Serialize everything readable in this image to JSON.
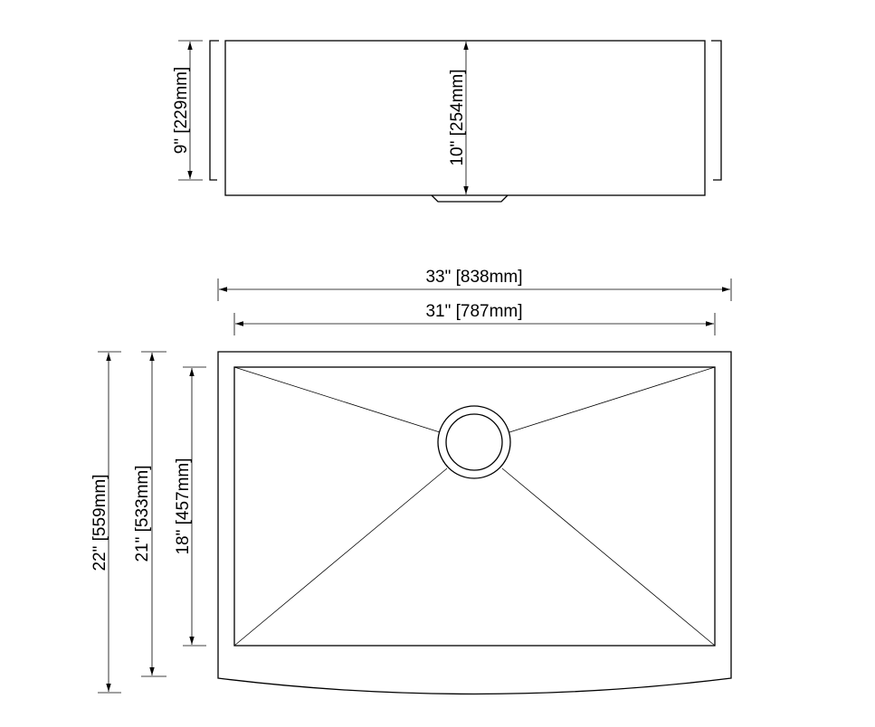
{
  "top_view": {
    "outer_height_label": "9\" [229mm]",
    "bowl_depth_label": "10\" [254mm]"
  },
  "plan_view": {
    "overall_width_label": "33\" [838mm]",
    "inner_width_label": "31\" [787mm]",
    "overall_depth_label": "22\" [559mm]",
    "side_depth_label": "21\" [533mm]",
    "inner_depth_label": "18\" [457mm]"
  }
}
